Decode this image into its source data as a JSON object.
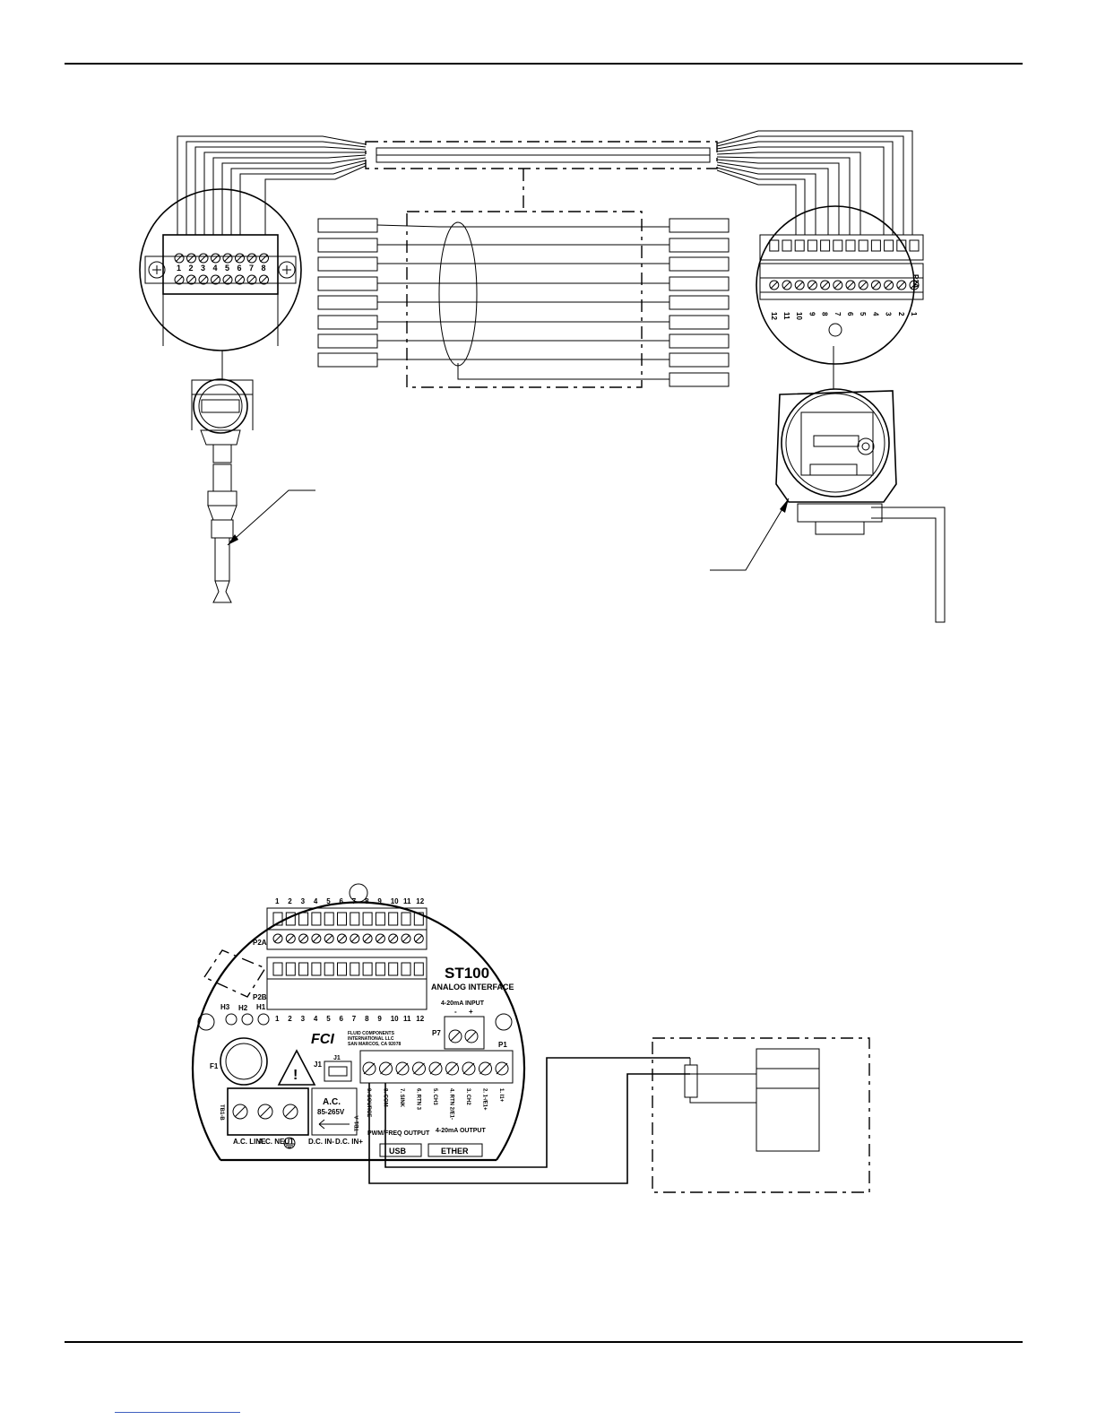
{
  "top_diagram": {
    "sensor_terminal_numbers": [
      "1",
      "2",
      "3",
      "4",
      "5",
      "6",
      "7",
      "8"
    ],
    "p2a_numbers_rotated": [
      "1",
      "2",
      "3",
      "4",
      "5",
      "6",
      "7",
      "8",
      "9",
      "10",
      "11",
      "12"
    ],
    "p2a_label": "P2A"
  },
  "bottom_diagram": {
    "p2a_top_numbers": [
      "1",
      "2",
      "3",
      "4",
      "5",
      "6",
      "7",
      "8",
      "9",
      "10",
      "11",
      "12"
    ],
    "p2b_numbers": [
      "1",
      "2",
      "3",
      "4",
      "5",
      "6",
      "7",
      "8",
      "9",
      "10",
      "11",
      "12"
    ],
    "p2a_label": "P2A",
    "p2b_label": "P2B",
    "product_name": "ST100",
    "product_subtitle": "ANALOG INTERFACE",
    "input_label": "4-20mA INPUT",
    "input_minus": "-",
    "input_plus": "+",
    "p7_label": "P7",
    "p1_label": "P1",
    "j1_label": "J1",
    "j1_small": "J1",
    "f1_label": "F1",
    "h3_label": "H3",
    "h2_label": "H2",
    "h1_label": "H1",
    "tb1b_label": "TB1-B",
    "tb1a_label": "TB1-A",
    "fci_logo": "FCI",
    "company_lines": [
      "FLUID COMPONENTS",
      "INTERNATIONAL LLC",
      "SAN MARCOS, CA 92078"
    ],
    "ac_label": "A.C.",
    "ac_range": "85-265V",
    "power_terminals": [
      "A.C. LINE",
      "A.C. NEUT",
      "",
      "D.C. IN-",
      "D.C. IN+"
    ],
    "p1_terminals": [
      "9. SOURCE",
      "8. COM",
      "7. SINK",
      "6. RTN 3",
      "5. CH3",
      "4. RTN 2/E1-",
      "3. CH2",
      "2. 1-/E1+",
      "1. I1+"
    ],
    "pwm_label": "PWM/FREQ OUTPUT",
    "output_label": "4-20mA OUTPUT",
    "usb_label": "USB",
    "ether_label": "ETHER"
  }
}
